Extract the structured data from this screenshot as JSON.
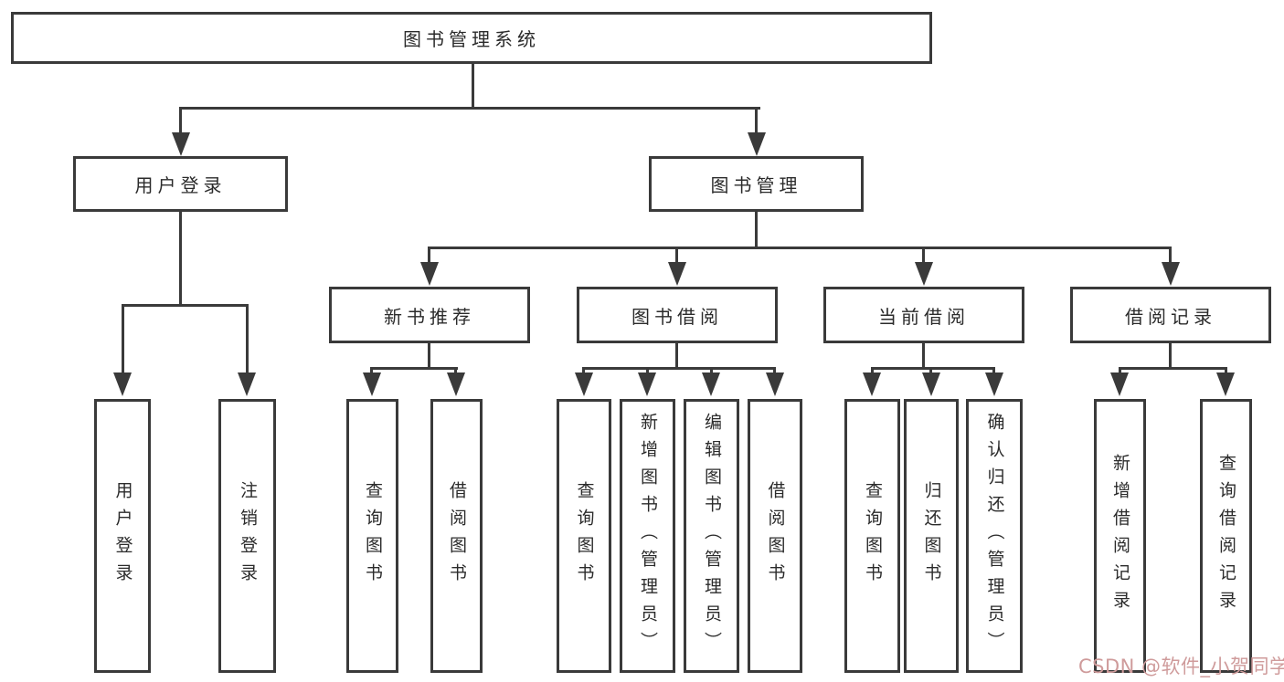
{
  "diagram": {
    "title": "图书管理系统",
    "branches": [
      {
        "label": "用户登录",
        "children": [
          "用户登录",
          "注销登录"
        ]
      },
      {
        "label": "图书管理",
        "groups": [
          {
            "label": "新书推荐",
            "children": [
              "查询图书",
              "借阅图书"
            ]
          },
          {
            "label": "图书借阅",
            "children": [
              "查询图书",
              "新增图书（管理员）",
              "编辑图书（管理员）",
              "借阅图书"
            ]
          },
          {
            "label": "当前借阅",
            "children": [
              "查询图书",
              "归还图书",
              "确认归还（管理员）"
            ]
          },
          {
            "label": "借阅记录",
            "children": [
              "新增借阅记录",
              "查询借阅记录"
            ]
          }
        ]
      }
    ],
    "line_color": "#3a3a3a",
    "box_fill_color": "#ffffff",
    "text_color": "#2b2b2b"
  },
  "watermark": {
    "text": "CSDN @软件_小贺同学",
    "color": "#cf9b9b"
  }
}
